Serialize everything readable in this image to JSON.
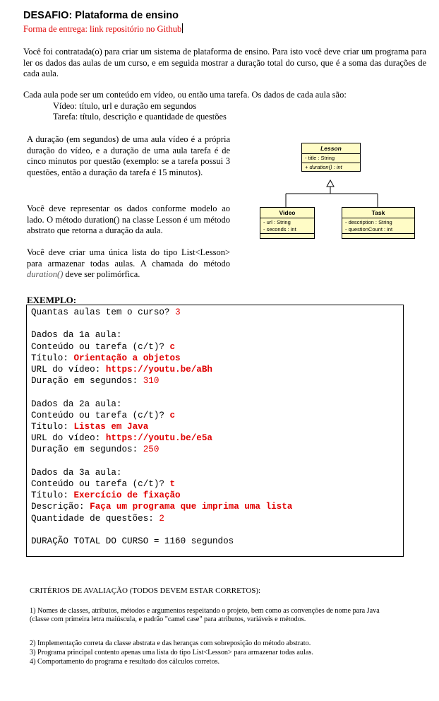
{
  "header": {
    "title": "DESAFIO: Plataforma de ensino",
    "subtitle": "Forma de entrega: link repositório no Github"
  },
  "intro": "Você foi contratada(o) para criar um sistema de plataforma de ensino. Para isto você deve criar um programa para ler os dados das aulas de um curso, e em seguida mostrar a duração total do curso, que é a soma das durações de cada aula.",
  "lesson_types": {
    "lead": "Cada aula pode ser um conteúdo em vídeo, ou então uma tarefa. Os dados de cada aula são:",
    "video": "Vídeo: título, url e duração em segundos",
    "task": "Tarefa: título, descrição e quantidade de questões"
  },
  "duration_text": "A duração (em segundos) de uma aula vídeo é a própria duração do vídeo, e a duração de uma aula tarefa é de cinco minutos por questão (exemplo: se a tarefa possui 3 questões, então a duração da tarefa é 15 minutos).",
  "model_text": "Você deve representar os dados conforme modelo ao lado. O método duration() na classe Lesson é um método abstrato que retorna a duração da aula.",
  "list_text": {
    "before": "Você deve criar uma única lista do tipo List<Lesson> para armazenar todas aulas. A chamada do método ",
    "method": "duration()",
    "after": " deve ser polimórfica."
  },
  "uml": {
    "lesson": {
      "name": "Lesson",
      "attributes": "- title : String",
      "methods": "+ duration() : int"
    },
    "video": {
      "name": "Video",
      "attributes": [
        "- url : String",
        "- seconds : int"
      ]
    },
    "task": {
      "name": "Task",
      "attributes": [
        "- description : String",
        "- questionCount : int"
      ]
    }
  },
  "example": {
    "label": "EXEMPLO:",
    "lines": [
      {
        "prompt": "Quantas aulas tem o curso? ",
        "value": "3"
      },
      {
        "prompt": "",
        "value": ""
      },
      {
        "prompt": "Dados da 1a aula:",
        "value": ""
      },
      {
        "prompt": "Conteúdo ou tarefa (c/t)? ",
        "value": "c"
      },
      {
        "prompt": "Título: ",
        "value": "Orientação a objetos"
      },
      {
        "prompt": "URL do vídeo: ",
        "value": "https://youtu.be/aBh"
      },
      {
        "prompt": "Duração em segundos: ",
        "value": "310"
      },
      {
        "prompt": "",
        "value": ""
      },
      {
        "prompt": "Dados da 2a aula:",
        "value": ""
      },
      {
        "prompt": "Conteúdo ou tarefa (c/t)? ",
        "value": "c"
      },
      {
        "prompt": "Título: ",
        "value": "Listas em Java"
      },
      {
        "prompt": "URL do vídeo: ",
        "value": "https://youtu.be/e5a"
      },
      {
        "prompt": "Duração em segundos: ",
        "value": "250"
      },
      {
        "prompt": "",
        "value": ""
      },
      {
        "prompt": "Dados da 3a aula:",
        "value": ""
      },
      {
        "prompt": "Conteúdo ou tarefa (c/t)? ",
        "value": "t"
      },
      {
        "prompt": "Título: ",
        "value": "Exercício de fixação"
      },
      {
        "prompt": "Descrição: ",
        "value": "Faça um programa que imprima uma lista"
      },
      {
        "prompt": "Quantidade de questões: ",
        "value": "2"
      },
      {
        "prompt": "",
        "value": ""
      },
      {
        "prompt": "DURAÇÃO TOTAL DO CURSO = 1160 segundos",
        "value": ""
      }
    ]
  },
  "criteria": {
    "title": "CRITÉRIOS DE AVALIAÇÃO (TODOS DEVEM ESTAR CORRETOS):",
    "items": [
      "1) Nomes de classes, atributos, métodos e argumentos respeitando o projeto, bem como as convenções de nome para Java (classe com primeira letra maiúscula, e padrão \"camel case\" para atributos, variáveis e métodos.",
      "2) Implementação correta da classe abstrata e das heranças com sobreposição do método abstrato.",
      "3) Programa principal contento apenas uma lista do tipo List<Lesson> para armazenar todas aulas.",
      "4) Comportamento do programa e resultado dos cálculos corretos."
    ]
  }
}
